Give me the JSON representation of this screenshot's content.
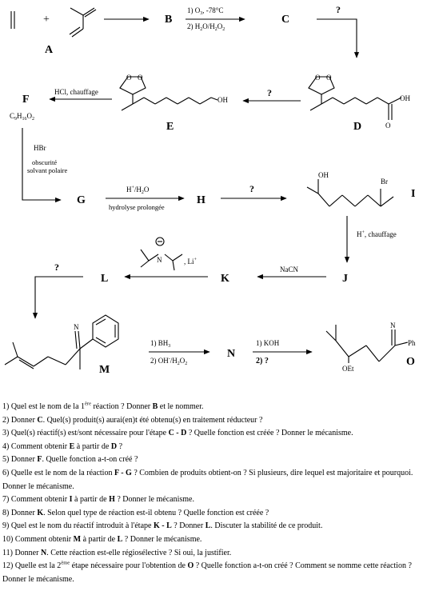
{
  "scheme": {
    "compounds": {
      "A": "A",
      "B": "B",
      "C": "C",
      "D": "D",
      "E": "E",
      "F": "F",
      "G": "G",
      "H": "H",
      "I": "I",
      "J": "J",
      "K": "K",
      "L": "L",
      "M": "M",
      "N": "N",
      "O": "O"
    },
    "plus": "+",
    "unknown": "?",
    "atoms": {
      "OH": "OH",
      "Br": "Br",
      "N": "N",
      "Ph": "Ph",
      "OEt": "OEt",
      "O": "O"
    },
    "conditions": {
      "b_to_c_1": "1) O",
      "b_to_c_1_sub": "3",
      "b_to_c_1_rest": ", -78°C",
      "b_to_c_2": "2) H",
      "b_to_c_2_sub": "2",
      "b_to_c_2_rest": "O/H",
      "b_to_c_2_sub2": "2",
      "b_to_c_2_o": "O",
      "b_to_c_2_sub3": "2",
      "e_to_f": "HCl, chauffage",
      "f_formula": "C",
      "f_formula_sub1": "9",
      "f_formula_h": "H",
      "f_formula_sub2": "16",
      "f_formula_o": "O",
      "f_formula_sub3": "2",
      "f_to_g_1": "HBr",
      "f_to_g_2": "obscurité",
      "f_to_g_3": "solvant polaire",
      "g_to_h_1": "H",
      "g_to_h_1_sup": "+",
      "g_to_h_1_rest": "/H",
      "g_to_h_1_sub": "2",
      "g_to_h_1_o": "O",
      "g_to_h_2": "hydrolyse prolongée",
      "i_to_j": "H",
      "i_to_j_sup": "+",
      "i_to_j_rest": ", chauffage",
      "j_to_k": "NaCN",
      "k_to_l_li": ", Li",
      "k_to_l_li_sup": "+",
      "m_to_n_1": "1) BH",
      "m_to_n_1_sub": "3",
      "m_to_n_2": "2) OH",
      "m_to_n_2_sup": "-",
      "m_to_n_2_rest": "/H",
      "m_to_n_2_sub": "2",
      "m_to_n_2_o": "O",
      "m_to_n_2_sub2": "2",
      "n_to_o_1": "1) KOH",
      "n_to_o_2": "2) ?"
    }
  },
  "questions": [
    {
      "pre": "1) Quel est le nom de la 1",
      "sup": "ère",
      "post": " réaction ? Donner ",
      "b1": "B",
      "mid": " et le nommer.",
      "b2": "",
      "end": ""
    },
    {
      "pre": "2) Donner ",
      "sup": "",
      "post": "",
      "b1": "C",
      "mid": ". Quel(s) produit(s) aurai(en)t été obtenu(s) en traitement réducteur ?",
      "b2": "",
      "end": ""
    },
    {
      "pre": "3) Quel(s) réactif(s) est/sont nécessaire pour l'étape ",
      "sup": "",
      "post": "",
      "b1": "C - D",
      "mid": " ? Quelle fonction est créée ? Donner le mécanisme.",
      "b2": "",
      "end": ""
    },
    {
      "pre": "4) Comment obtenir ",
      "sup": "",
      "post": "",
      "b1": "E",
      "mid": " à partir de ",
      "b2": "D",
      "end": " ?"
    },
    {
      "pre": "5) Donner ",
      "sup": "",
      "post": "",
      "b1": "F",
      "mid": ". Quelle fonction a-t-on créé ?",
      "b2": "",
      "end": ""
    },
    {
      "pre": "6) Quelle est le nom de la réaction ",
      "sup": "",
      "post": "",
      "b1": "F - G",
      "mid": " ? Combien de produits obtient-on ? Si plusieurs, dire lequel est majoritaire et pourquoi. Donner le mécanisme.",
      "b2": "",
      "end": ""
    },
    {
      "pre": "7) Comment obtenir ",
      "sup": "",
      "post": "",
      "b1": "I",
      "mid": " à partir de ",
      "b2": "H",
      "end": " ? Donner le mécanisme."
    },
    {
      "pre": "8) Donner ",
      "sup": "",
      "post": "",
      "b1": "K",
      "mid": ". Selon quel type de réaction est-il obtenu ? Quelle fonction est créée ?",
      "b2": "",
      "end": ""
    },
    {
      "pre": "9) Quel est le nom du réactif introduit à l'étape ",
      "sup": "",
      "post": "",
      "b1": "K - L",
      "mid": " ? Donner ",
      "b2": "L",
      "end": ". Discuter la stabilité de ce produit."
    },
    {
      "pre": "10) Comment obtenir ",
      "sup": "",
      "post": "",
      "b1": "M",
      "mid": " à partir de ",
      "b2": "L",
      "end": " ? Donner le mécanisme."
    },
    {
      "pre": "11) Donner ",
      "sup": "",
      "post": "",
      "b1": "N",
      "mid": ". Cette réaction est-elle régiosélective ? Si oui, la justifier.",
      "b2": "",
      "end": ""
    },
    {
      "pre": "12) Quelle est la 2",
      "sup": "ème",
      "post": " étape nécessaire pour l'obtention de ",
      "b1": "O",
      "mid": " ? Quelle fonction a-t-on créé ? Comment se nomme cette réaction ? Donner le mécanisme.",
      "b2": "",
      "end": ""
    }
  ]
}
